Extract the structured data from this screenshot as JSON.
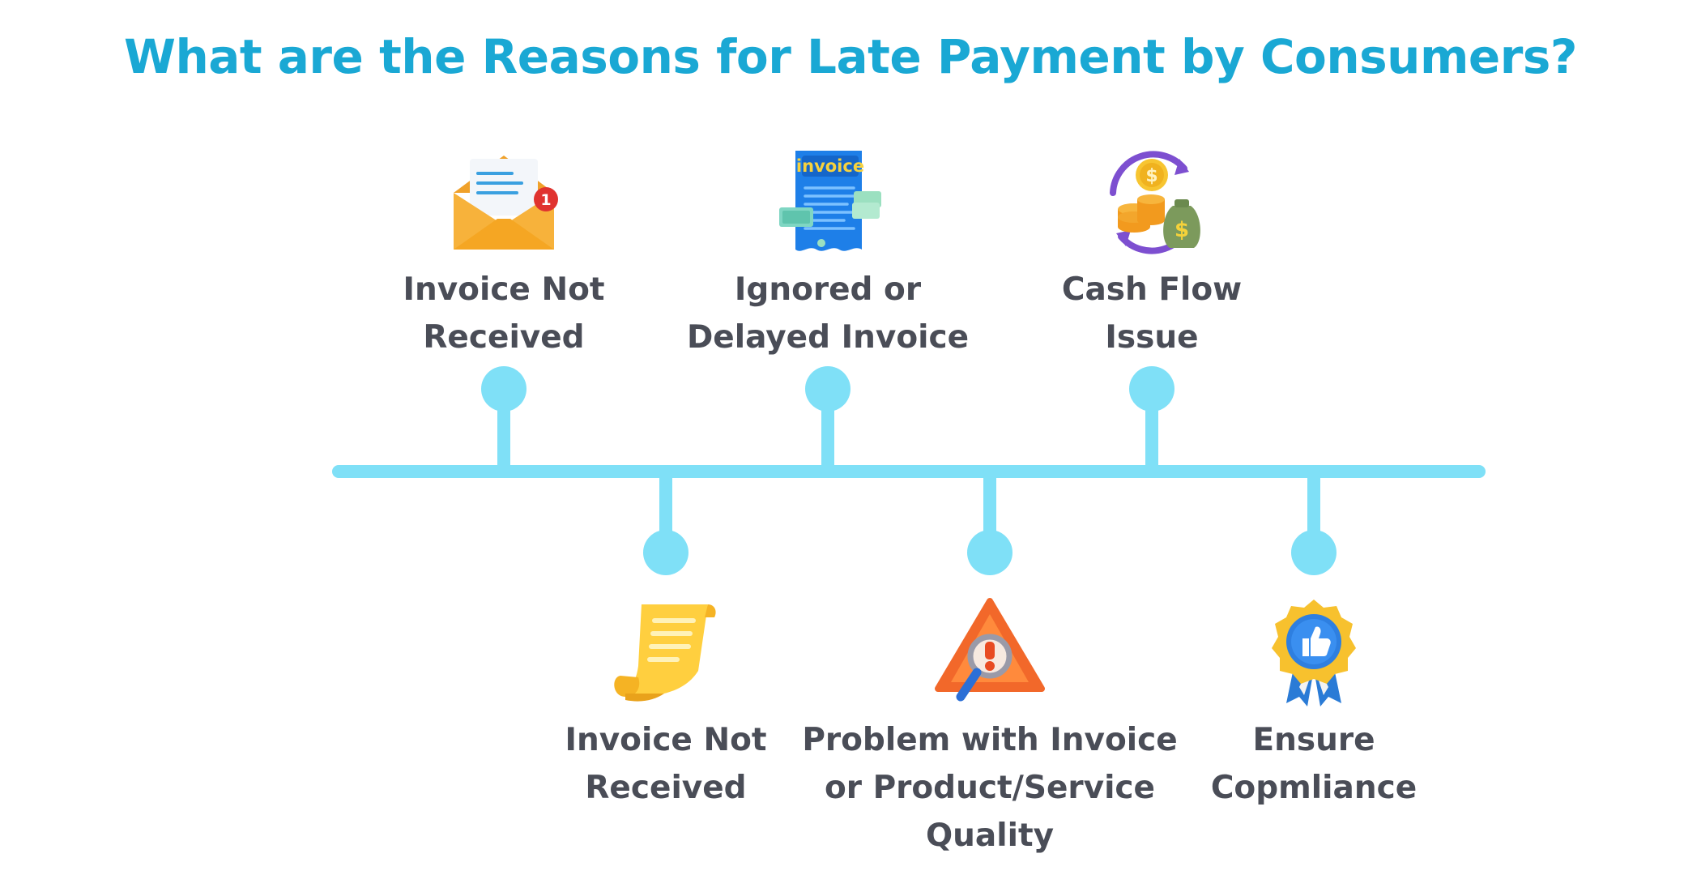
{
  "title": "What are the Reasons for Late Payment by Consumers?",
  "colors": {
    "title": "#1aa8d4",
    "timeline": "#7fe0f7",
    "label": "#4a4d57"
  },
  "items": [
    {
      "label": "Invoice Not\nReceived",
      "icon": "envelope-icon",
      "side": "top"
    },
    {
      "label": "Ignored or\nDelayed Invoice",
      "icon": "invoice-document-icon",
      "side": "top"
    },
    {
      "label": "Cash Flow\nIssue",
      "icon": "money-cycle-icon",
      "side": "top"
    },
    {
      "label": "Invoice Not\nReceived",
      "icon": "scroll-receipt-icon",
      "side": "bottom"
    },
    {
      "label": "Problem with Invoice\nor Product/Service\nQuality",
      "icon": "warning-magnifier-icon",
      "side": "bottom"
    },
    {
      "label": "Ensure\nCopmliance",
      "icon": "thumbs-up-badge-icon",
      "side": "bottom"
    }
  ]
}
